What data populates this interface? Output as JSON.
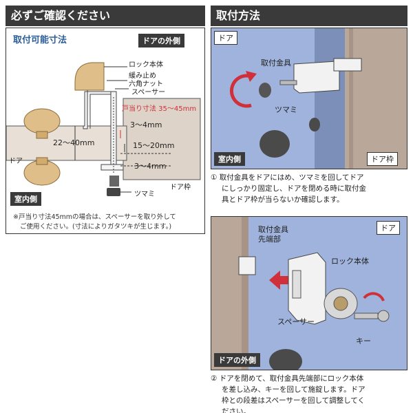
{
  "headers": {
    "left": "必ずご確認ください",
    "right": "取付方法"
  },
  "left_panel": {
    "subtitle": "取付可能寸法",
    "door_outside_tag": "ドアの外側",
    "indoor_tag": "室内側",
    "door_label": "ドア",
    "door_frame_label": "ドア枠",
    "part_labels": {
      "lock_body": "ロック本体",
      "lock_nut_line1": "緩み止め",
      "lock_nut_line2": "六角ナット",
      "spacer": "スペーサー",
      "knob": "ツマミ"
    },
    "dimensions": {
      "stop": "戸当り寸法 35～45mm",
      "gap_top": "3～4mm",
      "door_thickness": "22～40mm",
      "reach": "15～20mm",
      "gap_bottom": "3～4mm"
    },
    "note_line1": "※戸当り寸法45mmの場合は、スペーサーを取り外して",
    "note_line2": "ご使用ください。(寸法によりガタツキが生じます。)"
  },
  "panel1": {
    "door_tag": "ドア",
    "bracket_label": "取付金具",
    "knob_label": "ツマミ",
    "indoor_tag": "室内側",
    "frame_tag": "ドア枠"
  },
  "step1": {
    "num": "①",
    "line1": "取付金具をドアにはめ、ツマミを回してドア",
    "line2": "にしっかり固定し、ドアを閉める時に取付金",
    "line3": "具とドア枠が当らないか確認します。"
  },
  "panel2": {
    "door_tag": "ドア",
    "bracket_tip_line1": "取付金具",
    "bracket_tip_line2": "先端部",
    "lock_body": "ロック本体",
    "spacer": "スペーサー",
    "key": "キー",
    "outside_tag": "ドアの外側"
  },
  "step2": {
    "num": "②",
    "line1": "ドアを閉めて、取付金具先端部にロック本体",
    "line2": "を差し込み、キーを回して施錠します。ドア",
    "line3": "枠との段差はスペーサーを回して調整してく",
    "line4": "ださい。"
  },
  "colors": {
    "header_bg": "#3a3a3a",
    "panel_blue": "#9fb3dc",
    "accent_red": "#d0303a",
    "subtitle_blue": "#2a5d9a",
    "knob_tan": "#e0be8a",
    "frame_brown": "#b9a79a"
  }
}
